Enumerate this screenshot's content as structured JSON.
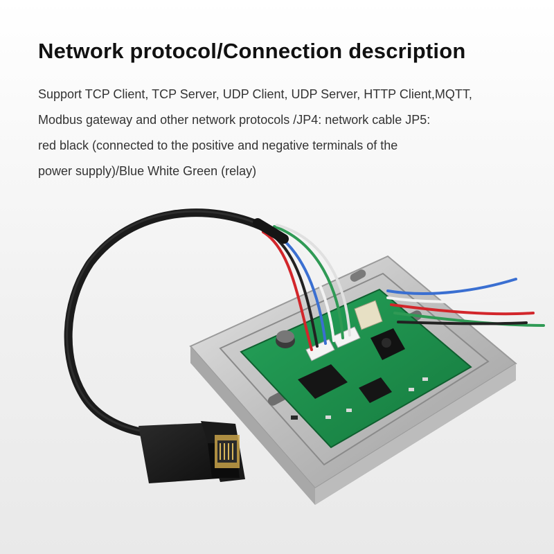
{
  "heading": "Network protocol/Connection description",
  "description_lines": [
    "Support TCP Client, TCP Server, UDP Client, UDP Server, HTTP Client,MQTT,",
    "Modbus gateway and other network protocols /JP4: network cable JP5:",
    "red black (connected to the positive and negative terminals of the",
    "power supply)/Blue White Green (relay)"
  ],
  "colors": {
    "board": "#1d8c4a",
    "frame": "#c9c9c9",
    "cable": "#1b1b1b",
    "wire_red": "#d2262b",
    "wire_blue": "#3a6fd1",
    "wire_green": "#2f9a55",
    "wire_white": "#f2f2f2",
    "wire_black": "#222222"
  },
  "icons": [
    "rj45-connector-icon",
    "network-cable-icon",
    "circuit-board-icon"
  ]
}
